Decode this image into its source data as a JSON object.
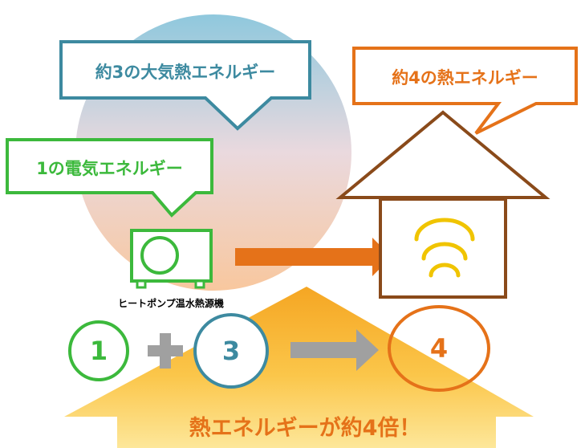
{
  "callouts": {
    "atmospheric": "約3の大気熱エネルギー",
    "total_heat": "約4の熱エネルギー",
    "electric": "1の電気エネルギー"
  },
  "device_label": "ヒートポンプ温水熱源機",
  "equation": {
    "electric": "1",
    "atmospheric": "3",
    "total": "4"
  },
  "banner": "熱エネルギーが約4倍！",
  "colors": {
    "electric": "#3cb93c",
    "atmospheric": "#3d8aa0",
    "heat": "#e57219",
    "house": "#8a4a1a",
    "gray": "#a0a0a0",
    "banner_top": "#f5a623",
    "banner_bottom": "#fde79a",
    "waves": "#f0c400"
  },
  "icons": [
    "sky-circle",
    "heat-pump-unit-icon",
    "house-icon",
    "heat-waves-icon",
    "arrow-right-icon",
    "plus-icon",
    "up-arrow-shape"
  ]
}
